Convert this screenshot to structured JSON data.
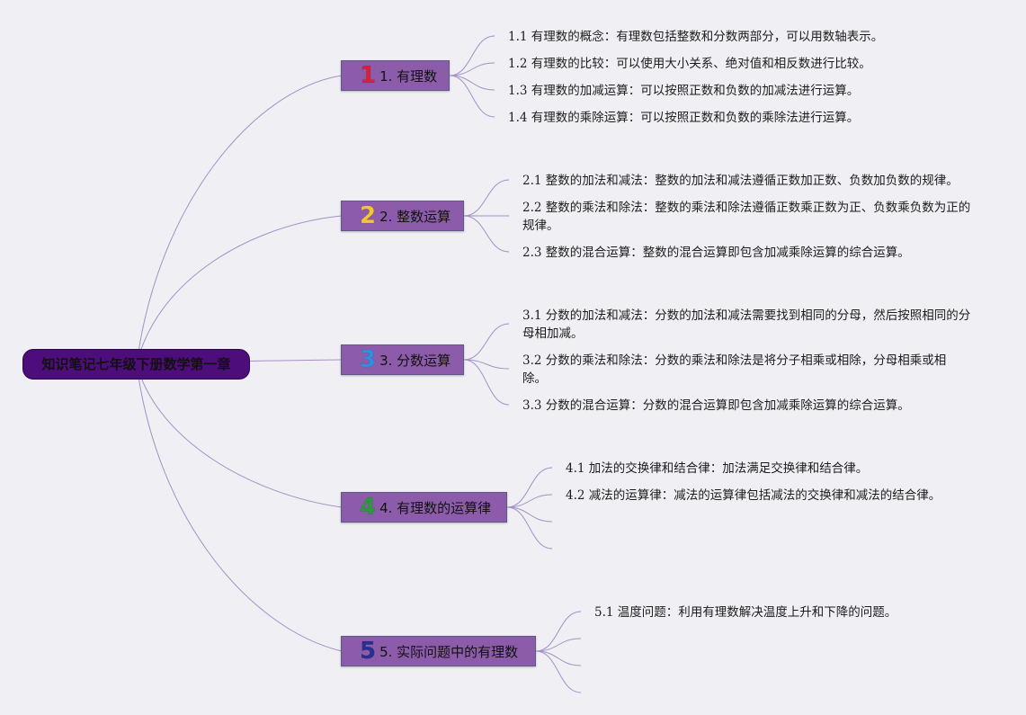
{
  "root": {
    "label": "知识笔记七年级下册数学第一章"
  },
  "branches": [
    {
      "number": "1",
      "number_color": "#d81f3c",
      "label": "1. 有理数",
      "items": [
        "1.1 有理数的概念：有理数包括整数和分数两部分，可以用数轴表示。",
        "1.2 有理数的比较：可以使用大小关系、绝对值和相反数进行比较。",
        "1.3 有理数的加减运算：可以按照正数和负数的加减法进行运算。",
        "1.4 有理数的乘除运算：可以按照正数和负数的乘除法进行运算。"
      ]
    },
    {
      "number": "2",
      "number_color": "#f3c82e",
      "label": "2. 整数运算",
      "items": [
        "2.1 整数的加法和减法：整数的加法和减法遵循正数加正数、负数加负数的规律。",
        "2.2 整数的乘法和除法：整数的乘法和除法遵循正数乘正数为正、负数乘负数为正的规律。",
        "2.3 整数的混合运算：整数的混合运算即包含加减乘除运算的综合运算。"
      ]
    },
    {
      "number": "3",
      "number_color": "#2f8fe0",
      "label": "3. 分数运算",
      "items": [
        "3.1 分数的加法和减法：分数的加法和减法需要找到相同的分母，然后按照相同的分母相加减。",
        "3.2 分数的乘法和除法：分数的乘法和除法是将分子相乘或相除，分母相乘或相除。",
        "3.3 分数的混合运算：分数的混合运算即包含加减乘除运算的综合运算。"
      ]
    },
    {
      "number": "4",
      "number_color": "#2a9a3a",
      "label": "4. 有理数的运算律",
      "items": [
        "4.1 加法的交换律和结合律：加法满足交换律和结合律。",
        "4.2 减法的运算律：减法的运算律包括减法的交换律和减法的结合律。"
      ]
    },
    {
      "number": "5",
      "number_color": "#2a2f8f",
      "label": "5. 实际问题中的有理数",
      "items": [
        "5.1 温度问题：利用有理数解决温度上升和下降的问题。"
      ]
    }
  ]
}
